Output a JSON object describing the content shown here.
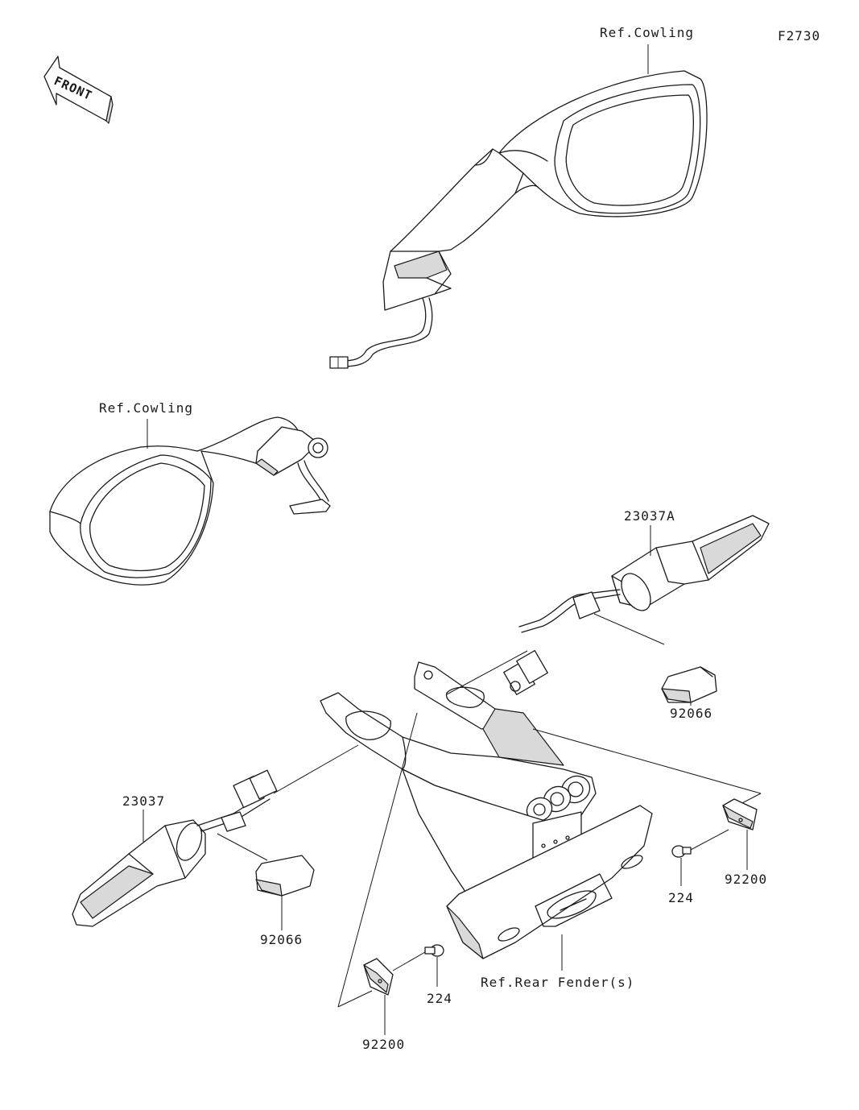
{
  "figure_code": "F2730",
  "front_label": "FRONT",
  "labels": {
    "ref_cowling_top": "Ref.Cowling",
    "ref_cowling_left": "Ref.Cowling",
    "part_23037A": "23037A",
    "part_92066_right": "92066",
    "part_23037": "23037",
    "part_92066_left": "92066",
    "part_224_right": "224",
    "part_92200_right": "92200",
    "part_224_bottom": "224",
    "part_92200_bottom": "92200",
    "ref_rear_fender": "Ref.Rear Fender(s)"
  }
}
